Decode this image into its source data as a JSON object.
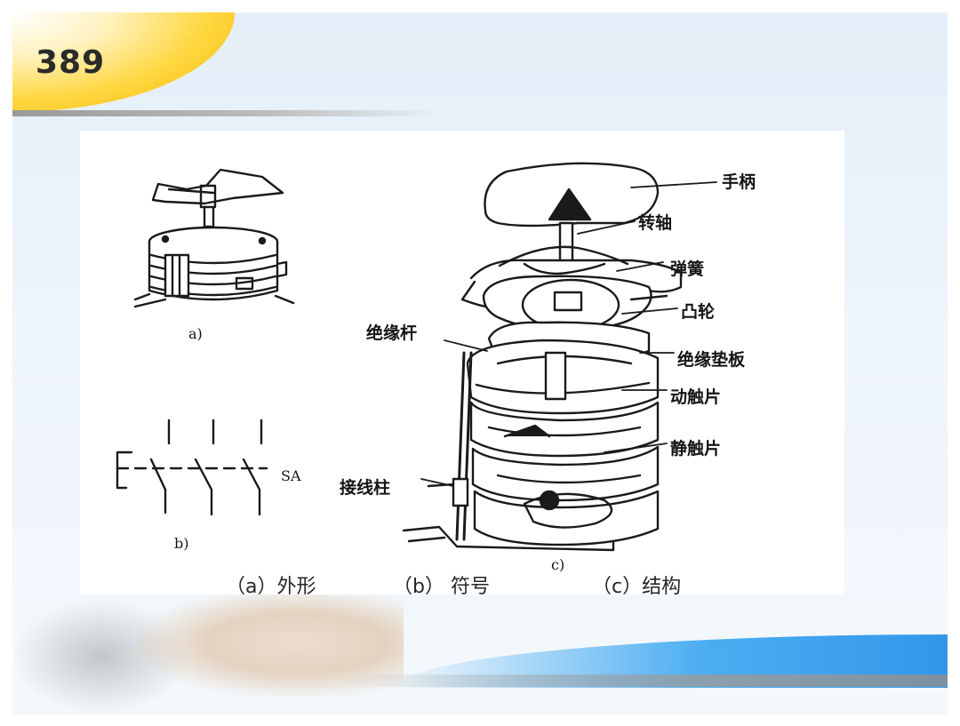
{
  "slide": {
    "number": "389"
  },
  "figure": {
    "sub_a": "a)",
    "sub_b": "b)",
    "sub_c": "c)",
    "symbol_label": "SA",
    "parts": {
      "handle": "手柄",
      "shaft": "转轴",
      "spring": "弹簧",
      "cam": "凸轮",
      "insulating_rod": "绝缘杆",
      "insulating_pad": "绝缘垫板",
      "moving_contact": "动触片",
      "static_contact": "静触片",
      "terminal": "接线柱"
    },
    "caption": {
      "a": "（a）外形",
      "b": "（b） 符号",
      "c": "（c）结构"
    }
  }
}
